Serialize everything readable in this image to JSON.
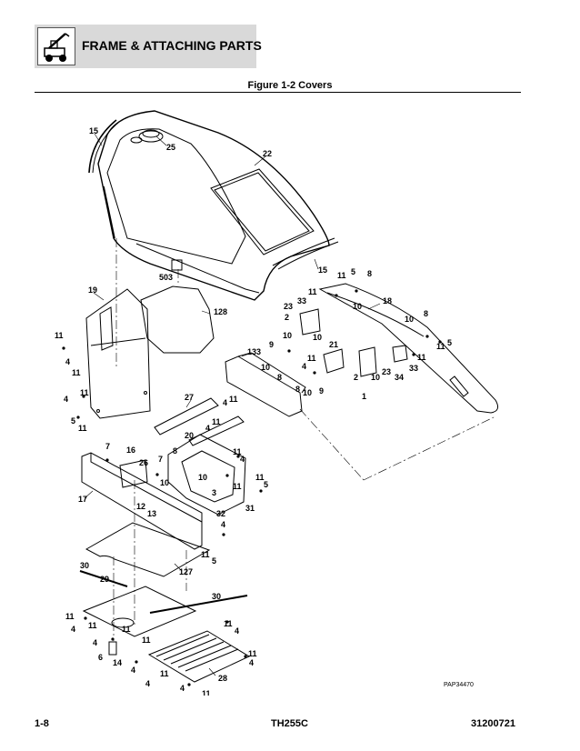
{
  "header": {
    "section_title": "FRAME & ATTACHING PARTS",
    "logo_icon": "telehandler-icon"
  },
  "figure": {
    "title": "Figure 1-2 Covers",
    "reference_code": "PAP34470"
  },
  "callouts": {
    "c15a": "15",
    "c25": "25",
    "c22": "22",
    "c15b": "15",
    "c503": "503",
    "c11a": "11",
    "c5a": "5",
    "c8a": "8",
    "c19": "19",
    "c128": "128",
    "c11b": "11",
    "c33a": "33",
    "c18": "18",
    "c10a": "10",
    "c23a": "23",
    "c2a": "2",
    "c10b": "10",
    "c10c": "10",
    "c8b": "8",
    "c10d": "10",
    "c11c": "11",
    "c5b": "5",
    "c11d": "11",
    "c4a": "4",
    "c9a": "9",
    "c21": "21",
    "c133": "133",
    "c10e": "10",
    "c11e": "11",
    "c4b": "4",
    "c2b": "2",
    "c23b": "23",
    "c8c": "8",
    "c10f": "10",
    "c33b": "33",
    "c34": "34",
    "c11f": "11",
    "c11g": "11",
    "c4c": "4",
    "c11h": "11",
    "c27": "27",
    "c8d": "8",
    "c10g": "10",
    "c9b": "9",
    "c1": "1",
    "c4d": "4",
    "c11i": "11",
    "c5c": "5",
    "c11j": "11",
    "c11k": "11",
    "c20": "20",
    "c4e": "4",
    "c7a": "7",
    "c16": "16",
    "c26": "26",
    "c7b": "7",
    "c8e": "8",
    "c11l": "11",
    "c4f": "4",
    "c10h": "10",
    "c10i": "10",
    "c11m": "11",
    "c5d": "5",
    "c3": "3",
    "c11n": "11",
    "c17": "17",
    "c12": "12",
    "c13": "13",
    "c32": "32",
    "c31": "31",
    "c4g": "4",
    "c11o": "11",
    "c5e": "5",
    "c127": "127",
    "c30a": "30",
    "c29": "29",
    "c30b": "30",
    "c11p": "11",
    "c11q": "11",
    "c4h": "4",
    "c11r": "11",
    "c11s": "11",
    "c4i": "4",
    "c4j": "4",
    "c11t": "11",
    "c11u": "11",
    "c6": "6",
    "c14": "14",
    "c4k": "4",
    "c11v": "11",
    "c4l": "4",
    "c11w": "11",
    "c4m": "4",
    "c28": "28",
    "c4n": "4",
    "c11x": "11"
  },
  "footer": {
    "page_number": "1-8",
    "model": "TH255C",
    "manual_number": "31200721"
  }
}
